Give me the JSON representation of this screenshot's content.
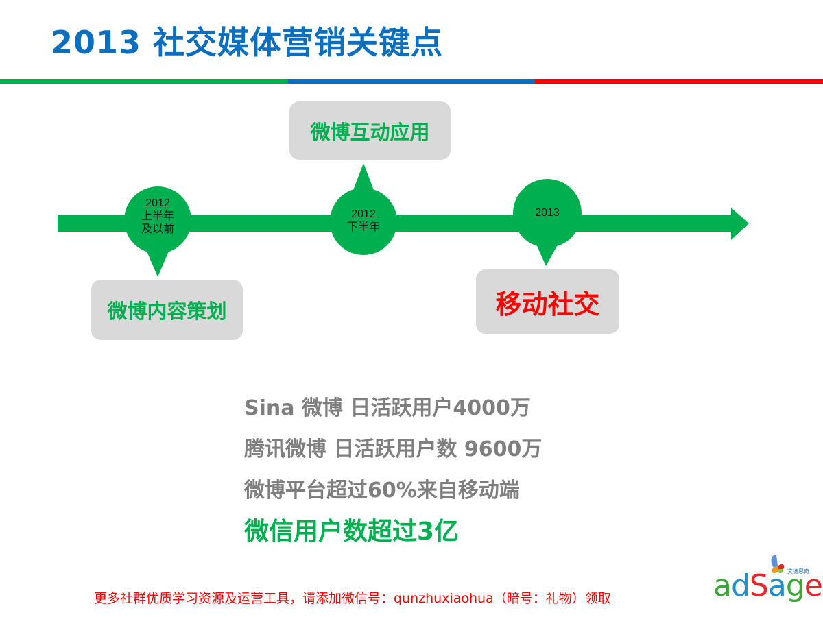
{
  "title": "2013 社交媒体营销关键点",
  "colors": {
    "title": "#0B6EBE",
    "green": "#00B050",
    "blue": "#0A6FBF",
    "red": "#FF0000",
    "gray_text": "#7F7F7F",
    "callout_bg": "#D9D9D9"
  },
  "timeline": {
    "nodes": [
      {
        "line1": "2012",
        "line2": "上半年",
        "line3": "及以前",
        "callout": "微博内容策划",
        "callout_position": "below"
      },
      {
        "line1": "2012",
        "line2": "下半年",
        "callout": "微博互动应用",
        "callout_position": "above"
      },
      {
        "line1": "2013",
        "callout": "移动社交",
        "callout_position": "below"
      }
    ]
  },
  "stats": [
    "Sina 微博 日活跃用户4000万",
    "腾讯微博 日活跃用户数 9600万",
    "微博平台超过60%来自移动端",
    "微信用户数超过3亿"
  ],
  "footer": "更多社群优质学习资源及运营工具，请添加微信号：qunzhuxiaohua（暗号：礼物）领取",
  "logo": {
    "letters": [
      {
        "ch": "a",
        "color": "#3AAA35"
      },
      {
        "ch": "d",
        "color": "#1E90D0"
      },
      {
        "ch": "S",
        "color": "#E8232A"
      },
      {
        "ch": "a",
        "color": "#1E90D0"
      },
      {
        "ch": "g",
        "color": "#3AAA35"
      },
      {
        "ch": "e",
        "color": "#E8232A"
      }
    ],
    "subtitle": "文德思奇"
  }
}
